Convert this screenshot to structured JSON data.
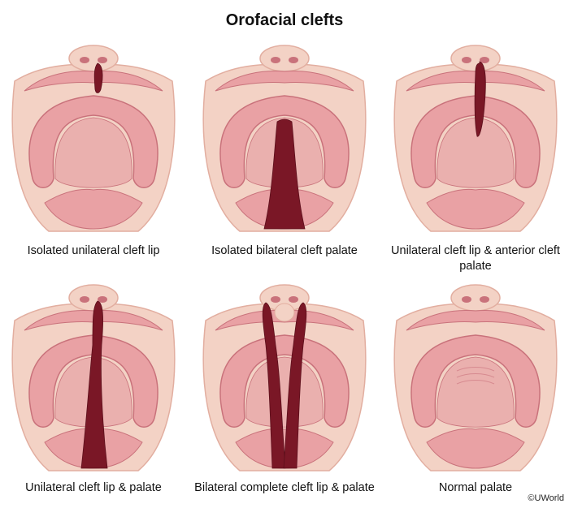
{
  "title": "Orofacial clefts",
  "credit": "©UWorld",
  "panels": [
    {
      "caption": "Isolated unilateral cleft lip",
      "cleft": "unilateral-lip"
    },
    {
      "caption": "Isolated bilateral cleft palate",
      "cleft": "bilateral-palate"
    },
    {
      "caption": "Unilateral cleft lip & anterior cleft palate",
      "cleft": "unilateral-lip-anterior-palate"
    },
    {
      "caption": "Unilateral cleft lip & palate",
      "cleft": "unilateral-lip-palate"
    },
    {
      "caption": "Bilateral complete cleft lip & palate",
      "cleft": "bilateral-lip-palate"
    },
    {
      "caption": "Normal palate",
      "cleft": "none"
    }
  ],
  "colors": {
    "skin": "#f3d2c5",
    "skin_shadow": "#e2aea0",
    "gum": "#e9a1a4",
    "gum_dark": "#c9727b",
    "palate": "#eab0ae",
    "cleft": "#7a1726"
  }
}
